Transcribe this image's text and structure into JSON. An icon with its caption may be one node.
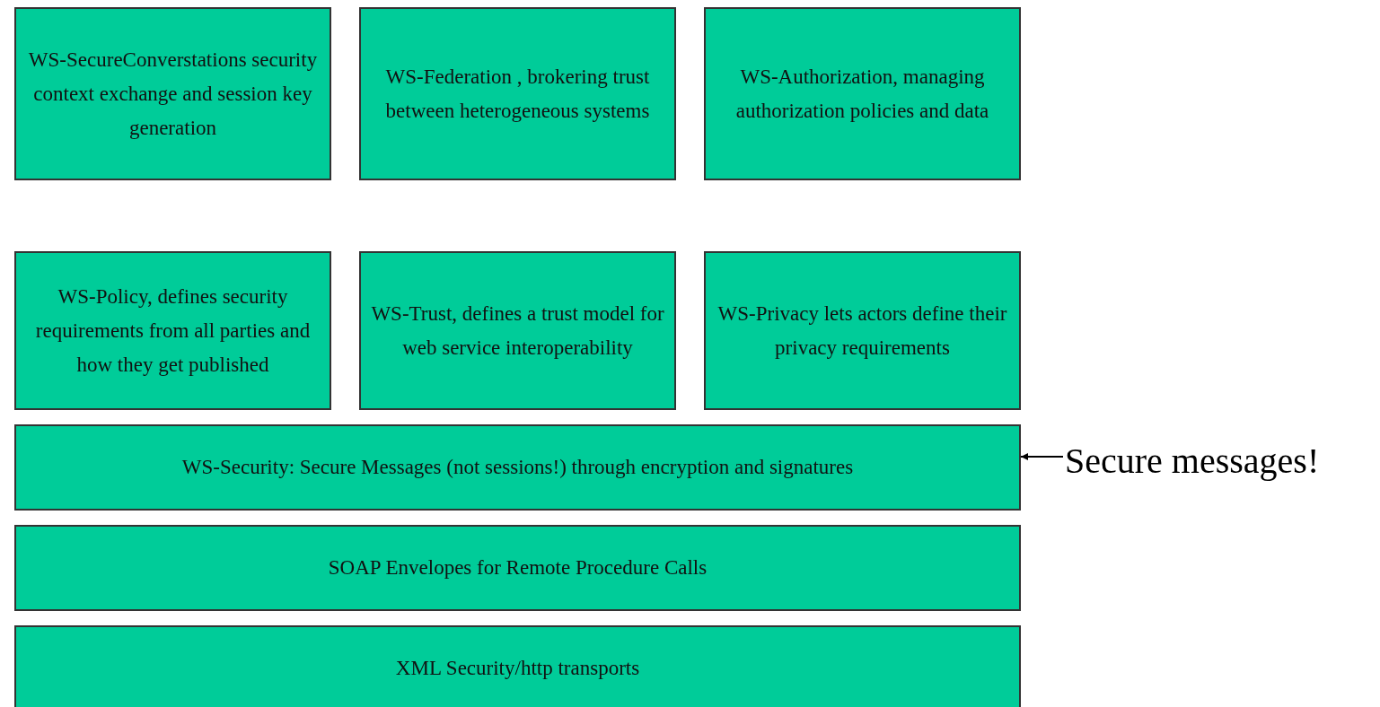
{
  "diagram": {
    "nodes": [
      {
        "text": [
          "WS-SecureConverstations security context exchange and session key generation"
        ]
      },
      {
        "text": [
          "WS-Federation , brokering trust between heterogeneous systems"
        ]
      },
      {
        "text": [
          "WS-Authorization, managing authorization policies and data"
        ]
      },
      {
        "text": [
          "WS-Policy, defines security requirements from all parties and how they get published"
        ]
      },
      {
        "text": [
          "WS-Trust, defines a trust model for web service interoperability"
        ]
      },
      {
        "text": [
          "WS-Privacy lets actors define their privacy requirements"
        ]
      },
      {
        "text": [
          "WS-Security: Secure Messages (not sessions!) through encryption and signatures"
        ]
      },
      {
        "text": [
          "SOAP Envelopes for Remote Procedure Calls"
        ]
      },
      {
        "text": [
          "XML Security/http transports"
        ]
      },
      {
        "text": [
          "Secure messages!"
        ]
      }
    ],
    "edges": [
      {
        "from": 9,
        "to": 6,
        "arrow": "to"
      }
    ]
  }
}
